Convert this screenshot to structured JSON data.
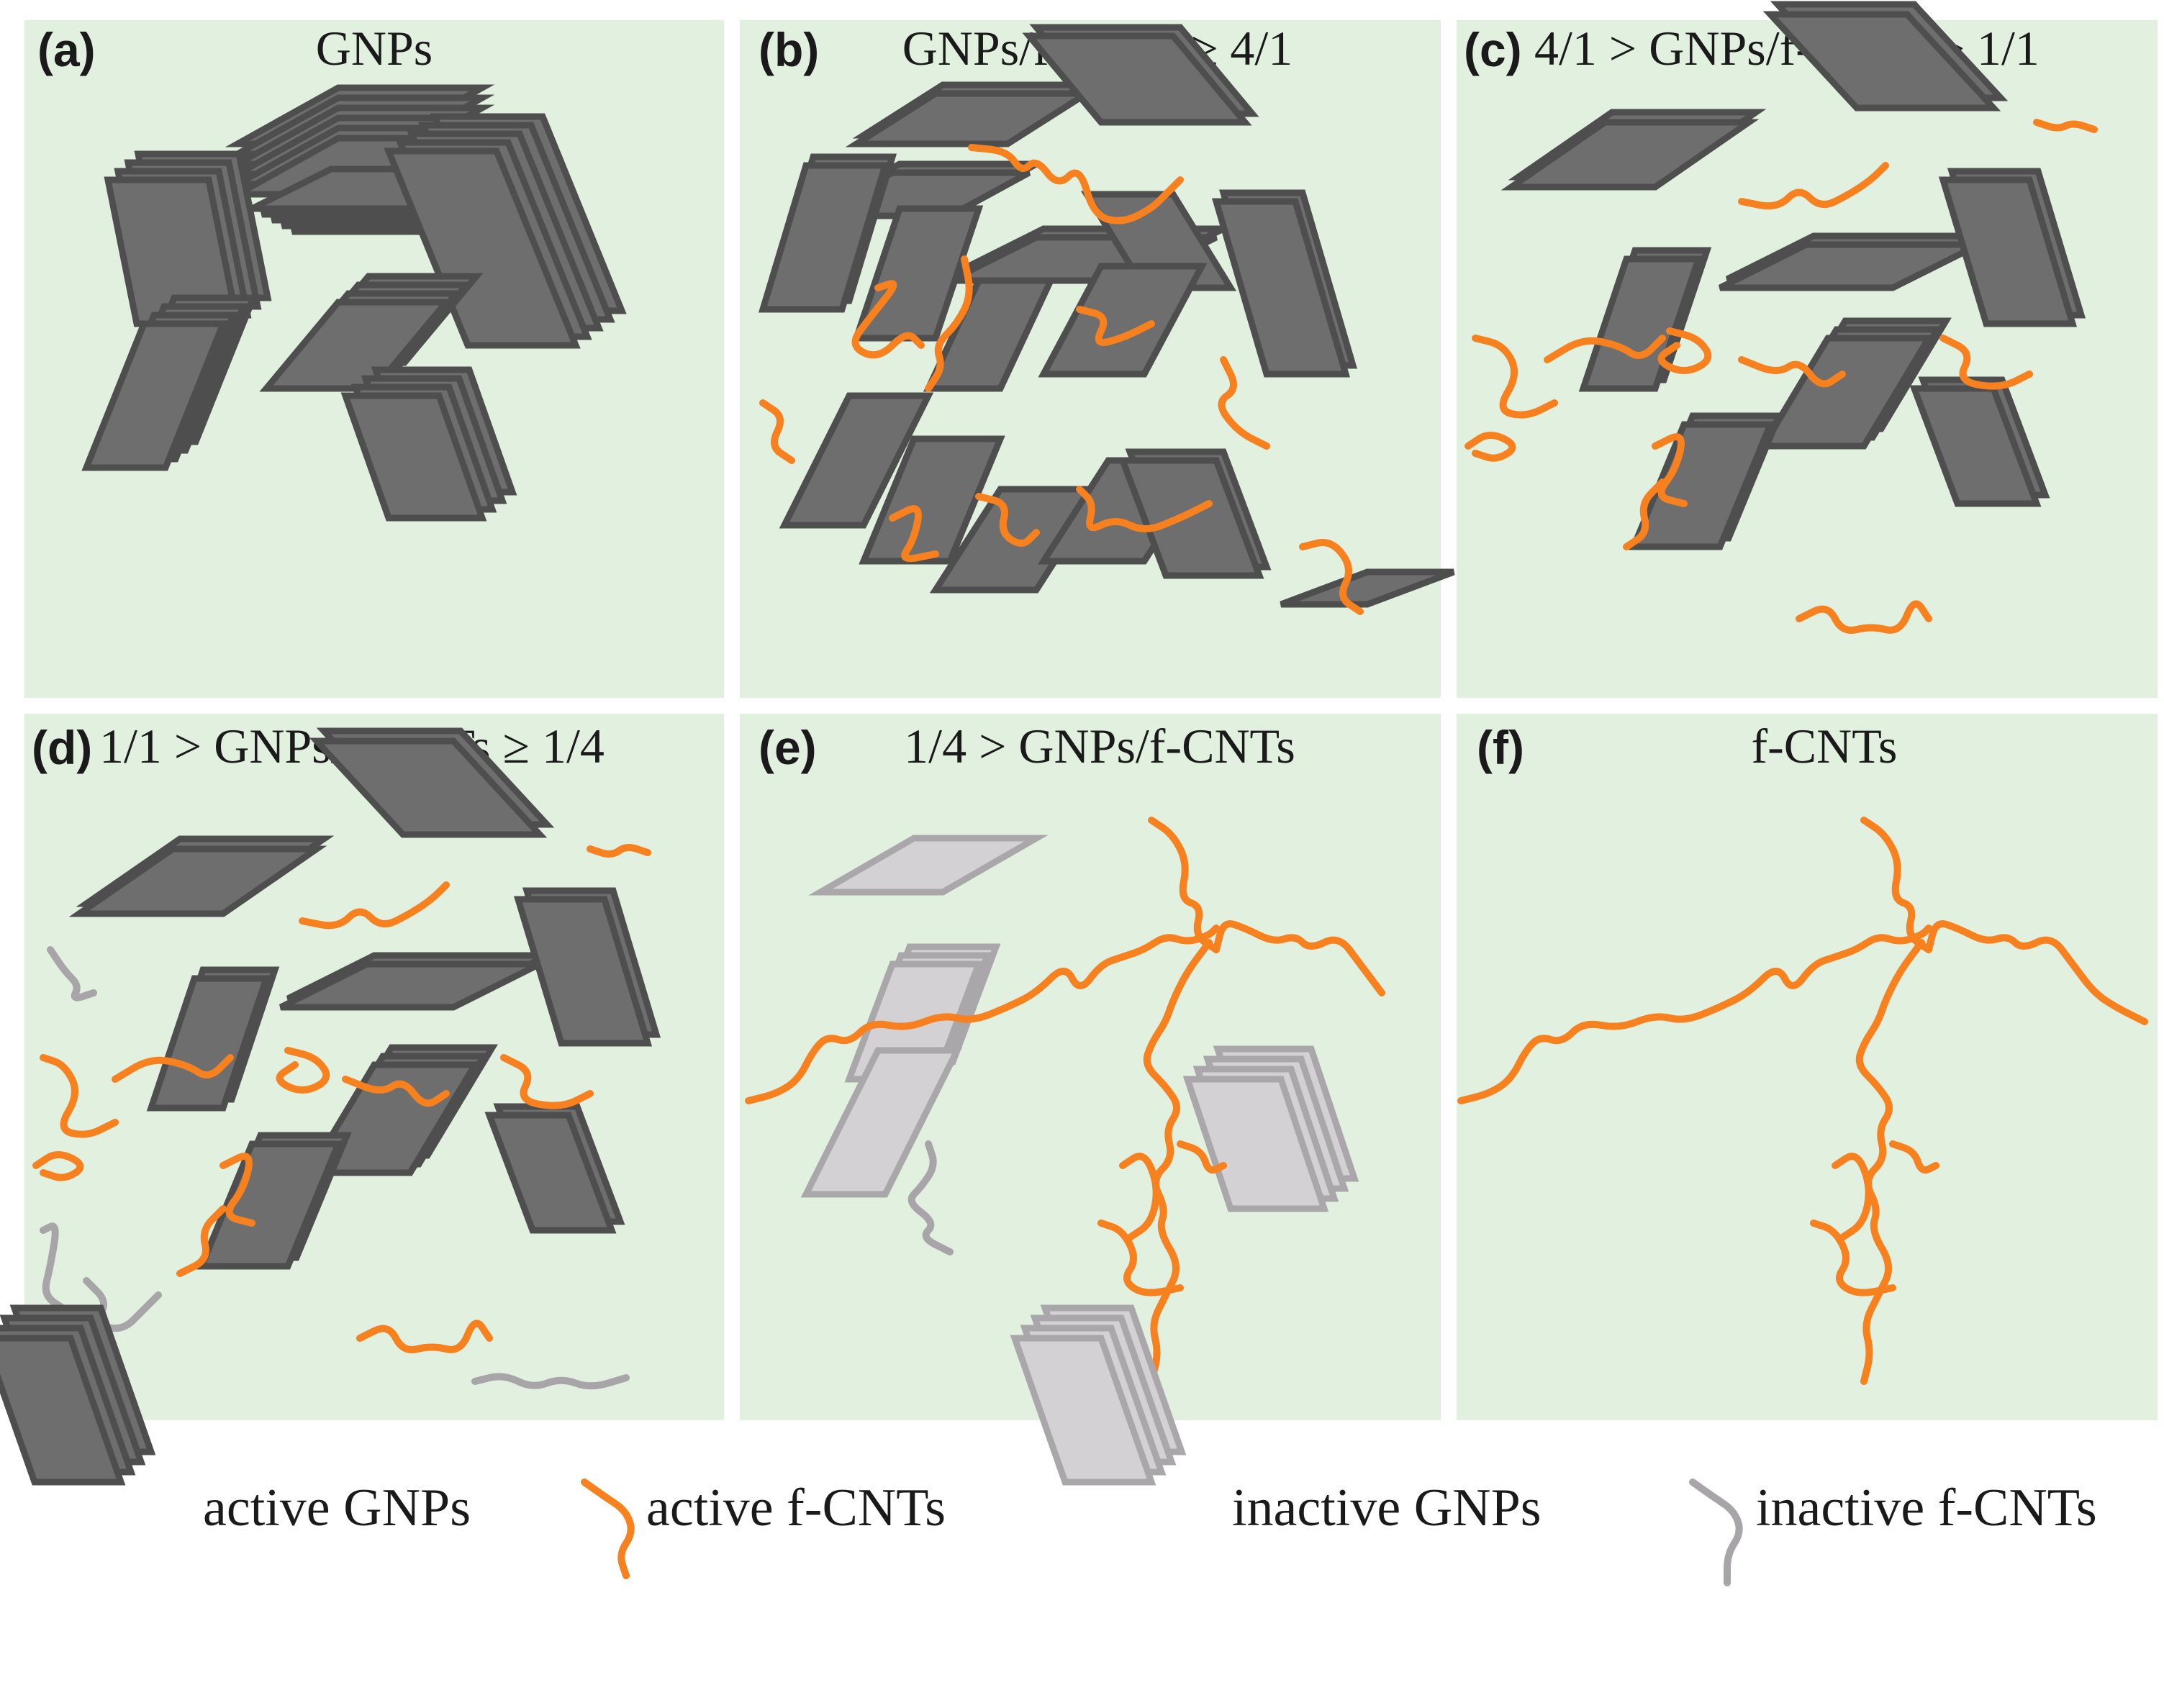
{
  "colors": {
    "panel_bg": "#e2f0e0",
    "active_gnp_fill": "#6e6e6e",
    "active_gnp_stroke": "#4e4e4e",
    "inactive_gnp_fill": "#d3d1d3",
    "inactive_gnp_stroke": "#a9a7a9",
    "active_cnt": "#f7801f",
    "inactive_cnt": "#a7a5a7"
  },
  "panels": [
    {
      "id": "a",
      "letter": "(a)",
      "title": "GNPs"
    },
    {
      "id": "b",
      "letter": "(b)",
      "title": "GNPs/f-CNTs ≥ 4/1"
    },
    {
      "id": "c",
      "letter": "(c)",
      "title": "4/1 > GNPs/f-CNTs ≥ 1/1"
    },
    {
      "id": "d",
      "letter": "(d)",
      "title": "1/1 > GNPs/f-CNTs ≥ 1/4"
    },
    {
      "id": "e",
      "letter": "(e)",
      "title": "1/4 > GNPs/f-CNTs"
    },
    {
      "id": "f",
      "letter": "(f)",
      "title": "f-CNTs"
    }
  ],
  "legend": [
    {
      "key": "active_gnp",
      "label": "active GNPs",
      "icon": "gnp-stack-icon"
    },
    {
      "key": "active_cnt",
      "label": "active f-CNTs",
      "icon": "cnt-curve-icon"
    },
    {
      "key": "inactive_gnp",
      "label": "inactive GNPs",
      "icon": "gnp-stack-icon"
    },
    {
      "key": "inactive_cnt",
      "label": "inactive f-CNTs",
      "icon": "cnt-curve-icon"
    }
  ]
}
